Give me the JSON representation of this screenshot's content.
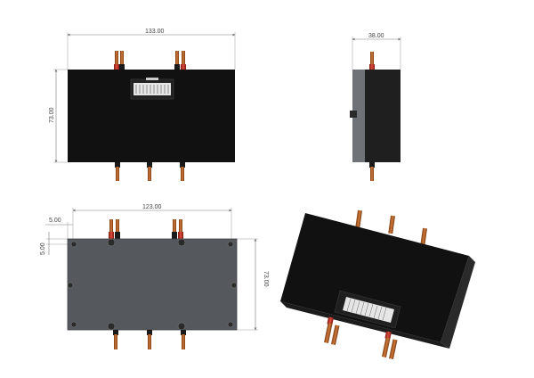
{
  "views": {
    "front": {
      "width_dim": "133.00",
      "height_dim": "73.00"
    },
    "side": {
      "width_dim": "38.00"
    },
    "bottom": {
      "width_dim": "123.00",
      "offset_x_dim": "5.00",
      "offset_y_dim": "5.00",
      "height_dim": "73.00"
    },
    "iso": {}
  },
  "colors": {
    "body": "#111111",
    "body_side": "#2a2a2a",
    "bottom_plate": "#55585c",
    "red_wire": "#c0392b",
    "copper": "#b5651d",
    "dimension_line": "#7a7a7a",
    "connector": "#e6e6e6"
  }
}
